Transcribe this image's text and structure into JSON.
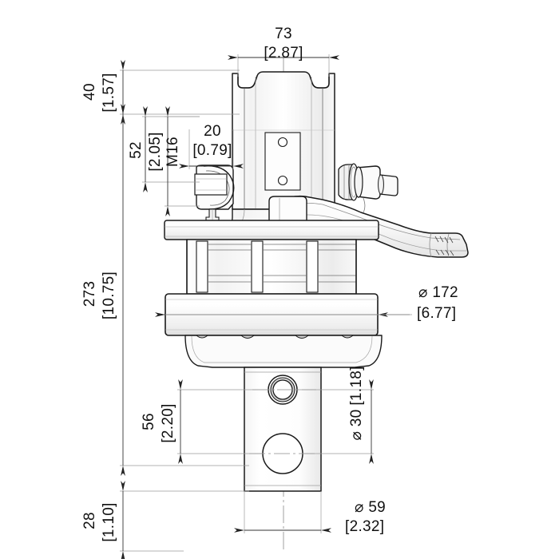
{
  "drawing": {
    "type": "engineering-dimensioned-elevation",
    "subject": "hydraulic rotator / swivel link assembly",
    "units": {
      "primary": "mm",
      "secondary": "in",
      "secondary_format": "[bracketed]"
    },
    "diameter_symbol": "⌀"
  },
  "dimensions": {
    "width_top": {
      "id": "dim-73",
      "mm": "73",
      "inch": "[2.87]",
      "orientation": "horizontal",
      "location": "top"
    },
    "height_top_flange": {
      "id": "dim-40",
      "mm": "40",
      "inch": "[1.57]",
      "orientation": "vertical",
      "location": "upper-left"
    },
    "height_link": {
      "id": "dim-52",
      "mm": "52",
      "inch": "[2.05]",
      "orientation": "vertical",
      "location": "left"
    },
    "thread": {
      "id": "dim-m16",
      "label": "M16",
      "orientation": "vertical",
      "location": "left"
    },
    "width_link": {
      "id": "dim-20",
      "mm": "20",
      "inch": "[0.79]",
      "orientation": "horizontal",
      "location": "upper-middle"
    },
    "height_overall": {
      "id": "dim-273",
      "mm": "273",
      "inch": "[10.75]",
      "orientation": "vertical",
      "location": "left"
    },
    "flange_diameter": {
      "id": "dim-d172",
      "mm": "⌀ 172",
      "inch": "[6.77]",
      "orientation": "horizontal",
      "location": "right"
    },
    "pin_spacing": {
      "id": "dim-56",
      "mm": "56",
      "inch": "[2.20]",
      "orientation": "vertical",
      "location": "lower-left"
    },
    "hole_diameter": {
      "id": "dim-d30",
      "mm": "⌀ 30",
      "inch": "[1.18]",
      "orientation": "vertical",
      "location": "right"
    },
    "height_bottom": {
      "id": "dim-28",
      "mm": "28",
      "inch": "[1.10]",
      "orientation": "vertical",
      "location": "bottom-left"
    },
    "shaft_diameter": {
      "id": "dim-d59",
      "mm": "⌀ 59",
      "inch": "[2.32]",
      "orientation": "horizontal",
      "location": "bottom"
    }
  },
  "colors": {
    "background": "#ffffff",
    "outline": "#1a1a1a",
    "shading": "#d8d8d8",
    "dimension_line": "#555555",
    "center_line": "#777777",
    "extension_line": "#888888"
  }
}
